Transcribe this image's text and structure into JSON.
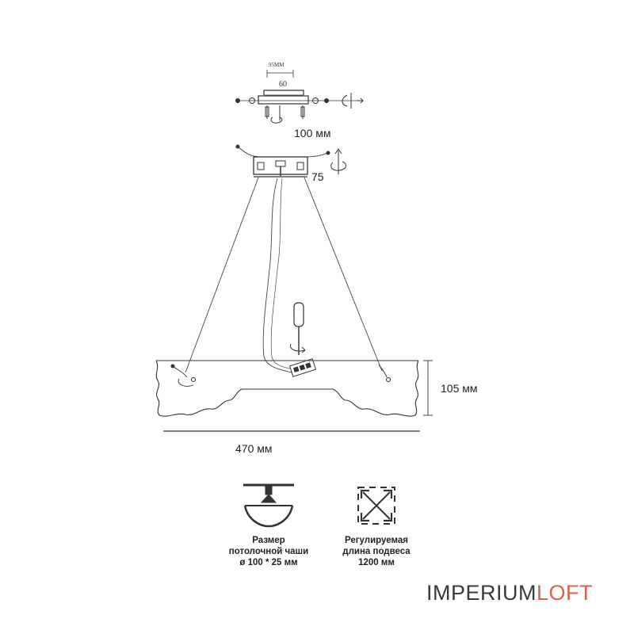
{
  "top_detail": {
    "screw_spacing": "95MM",
    "bracket_width": "60",
    "canopy_diameter": "100 мм"
  },
  "canopy": {
    "height": "75"
  },
  "lamp": {
    "height": "105 мм",
    "width": "470 мм"
  },
  "specs": [
    {
      "icon": "ceiling-cup-icon",
      "lines": [
        "Размер",
        "потолочной чаши",
        "ø 100 * 25 мм"
      ]
    },
    {
      "icon": "adjustable-length-icon",
      "lines": [
        "Регулируемая",
        "длина подвеса",
        "1200 мм"
      ]
    }
  ],
  "brand": {
    "part1": "IMPERIUM",
    "part2": "LOFT",
    "colors": {
      "part1": "#3a3a3a",
      "part2": "#d9634c"
    }
  }
}
